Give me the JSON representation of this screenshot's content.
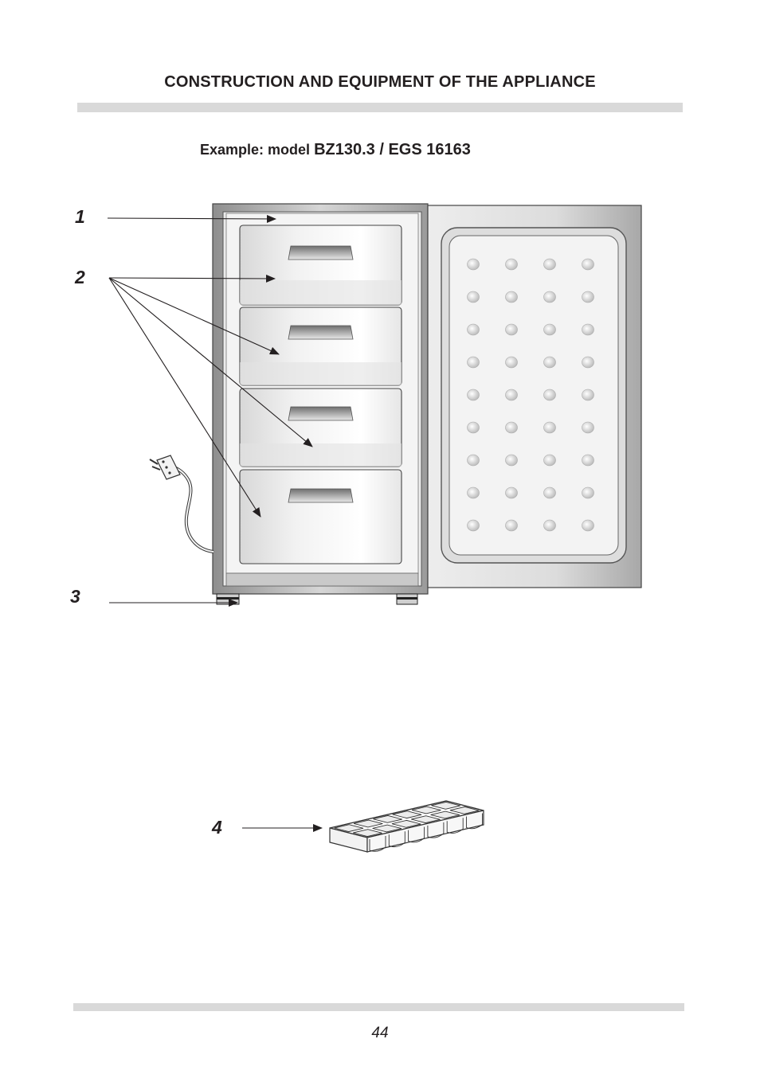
{
  "header": {
    "title": "CONSTRUCTION AND EQUIPMENT OF THE APPLIANCE"
  },
  "figure": {
    "caption_prefix": "Example: model",
    "caption_model": "BZ130.3 / EGS 16163",
    "callouts": [
      "1",
      "2",
      "3",
      "4"
    ]
  },
  "footer": {
    "page_number": "44"
  },
  "colors": {
    "text": "#231f20",
    "rule": "#d9d9d9",
    "steel": "#b5b5b5"
  }
}
